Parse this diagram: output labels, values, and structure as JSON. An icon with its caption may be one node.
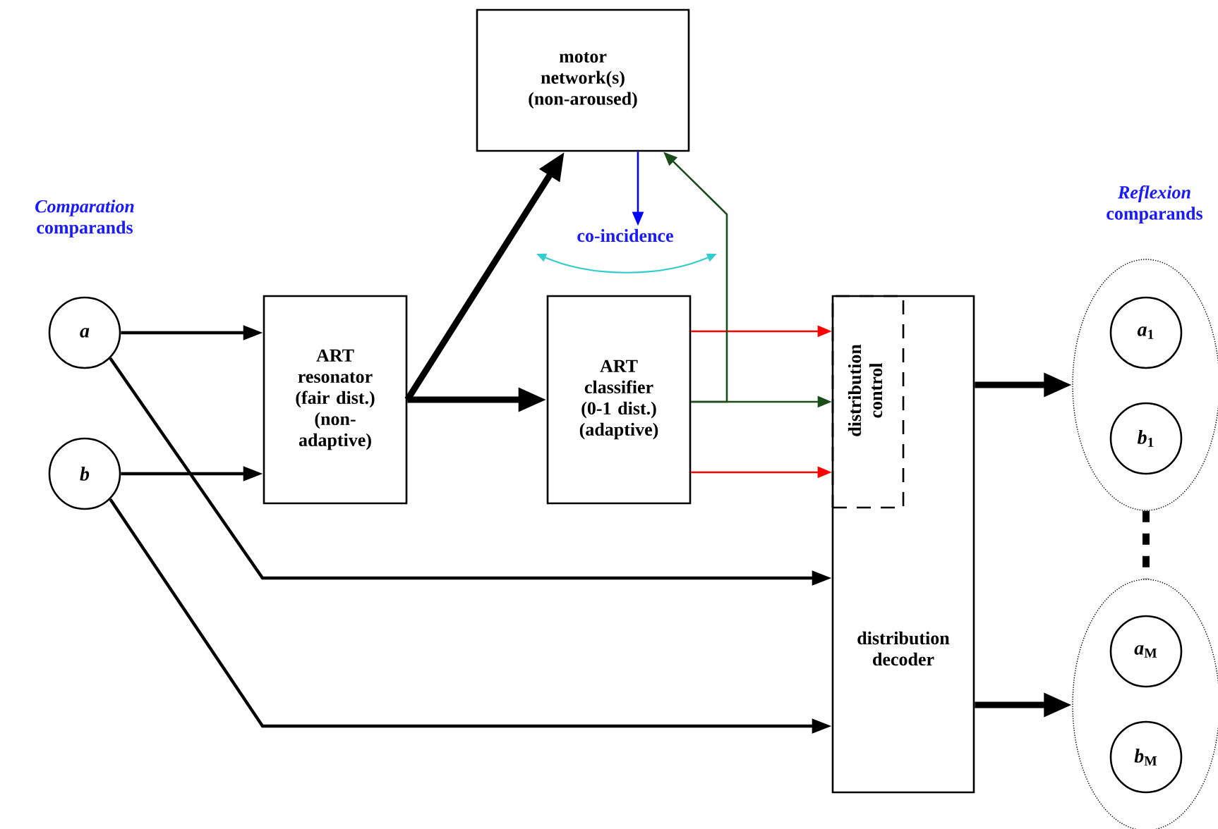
{
  "diagram": {
    "nodes": [
      {
        "text": [
          "a"
        ]
      },
      {
        "text": [
          "b"
        ]
      },
      {
        "text": [
          "ART resonator (fair dist.) (non-adaptive)"
        ]
      },
      {
        "text": [
          "motor network(s) (non-aroused)"
        ]
      },
      {
        "text": [
          "ART classifier (0-1 dist.) (adaptive)"
        ]
      },
      {
        "text": [
          "distribution decoder"
        ]
      },
      {
        "text": [
          "distribution control"
        ],
        "in": 5
      },
      {
        "text": [],
        "shape": "ellipse"
      },
      {
        "text": [
          "*a*$_{1}$"
        ],
        "in": 7
      },
      {
        "text": [
          "*b*$_{1}$"
        ],
        "in": 7
      },
      {
        "text": [],
        "shape": "ellipse"
      },
      {
        "text": [
          "*a*$_{M}$"
        ],
        "in": 10
      },
      {
        "text": [
          "*b*$_{M}$"
        ],
        "in": 10
      },
      {
        "text": [
          "co-incidence"
        ]
      }
    ],
    "edges": [
      {
        "from": 0,
        "to": 2,
        "arrow": "to"
      },
      {
        "from": 1,
        "to": 2,
        "arrow": "to"
      },
      {
        "from": 2,
        "to": 3,
        "arrow": "to",
        "style": "thick"
      },
      {
        "from": 2,
        "to": 4,
        "arrow": "to",
        "style": "thick"
      },
      {
        "from": 4,
        "to": 6,
        "arrow": "to",
        "color": "#ff0000"
      },
      {
        "from": 4,
        "to": 6,
        "arrow": "to",
        "color": "#1a4d1a"
      },
      {
        "from": 4,
        "to": 6,
        "arrow": "to",
        "color": "#ff0000"
      },
      {
        "from": 4,
        "to": 3,
        "arrow": "to",
        "color": "#1a4d1a"
      },
      {
        "from": 0,
        "to": 5,
        "arrow": "to"
      },
      {
        "from": 1,
        "to": 5,
        "arrow": "to"
      },
      {
        "from": 5,
        "to": 7,
        "arrow": "to",
        "style": "thick"
      },
      {
        "from": 5,
        "to": 10,
        "arrow": "to",
        "style": "thick"
      },
      {
        "from": 3,
        "to": 13,
        "arrow": "to",
        "color": "#0000ff"
      },
      {
        "from": 7,
        "to": 10,
        "arrow": "none",
        "style": "dashed"
      }
    ],
    "labels": [
      "*Comparation* comparands",
      "*Reflexion* comparands"
    ]
  }
}
